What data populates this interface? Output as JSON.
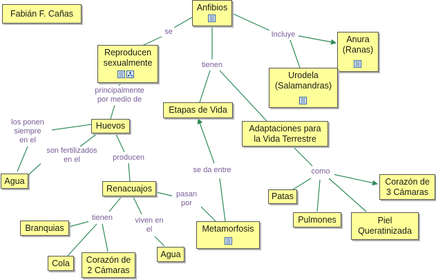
{
  "author": "Fabián F. Cañas",
  "colors": {
    "node_fill": "#ffff99",
    "node_border": "#555555",
    "line": "#2e8b57",
    "link_text": "#7a5c99"
  },
  "nodes": {
    "anfibios": "Anfibios",
    "reproducen": "Reproducen\nsexualmente",
    "anura": "Anura\n(Ranas)",
    "urodela": "Urodela\n(Salamandras)",
    "etapas": "Etapas de Vida",
    "adaptaciones": "Adaptaciones para\nla Vida Terrestre",
    "huevos": "Huevos",
    "agua1": "Agua",
    "renacuajos": "Renacuajos",
    "metamorfosis": "Metamorfosis",
    "patas": "Patas",
    "corazon3": "Corazón de\n3 Cámaras",
    "pulmones": "Pulmones",
    "piel": "Piel\nQueratinizada",
    "branquias": "Branquias",
    "cola": "Cola",
    "corazon2": "Corazón de\n2 Cámaras",
    "agua2": "Agua"
  },
  "links": {
    "se": "se",
    "incluye": "Incluye",
    "tienen1": "tienen",
    "principalmente": "principalmente\npor medio de",
    "como": "como",
    "losponen": "los ponen\nsiempre\nen el",
    "fertilizados": "son fertilizados\nen el",
    "producen": "producen",
    "sedaentre": "se da entre",
    "pasanpor": "pasan\npor",
    "tienen2": "tienen",
    "vivenen": "viven en\nel"
  },
  "icons": {
    "anfibios": [
      "document-icon"
    ],
    "reproducen": [
      "document-icon",
      "concept-map-icon"
    ],
    "anura": [
      "document-icon"
    ],
    "urodela": [
      "document-icon"
    ],
    "metamorfosis": [
      "document-icon"
    ]
  }
}
